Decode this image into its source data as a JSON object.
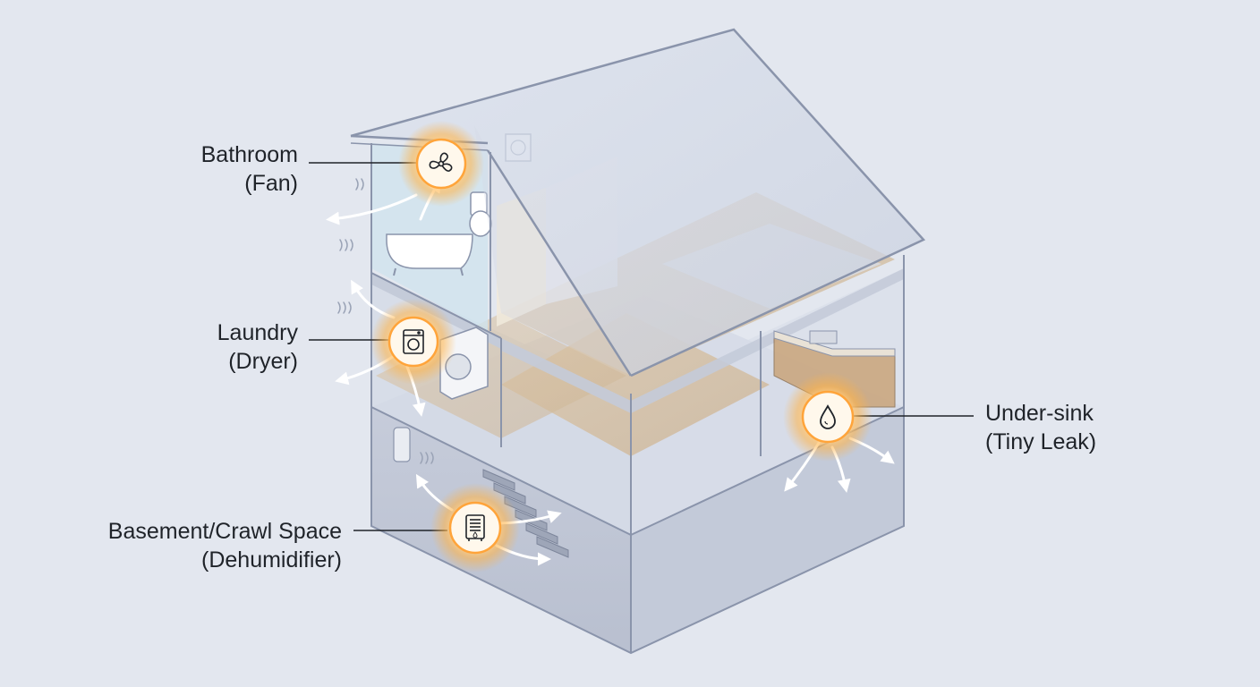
{
  "hotspots": [
    {
      "id": "bathroom",
      "title": "Bathroom",
      "subtitle": "(Fan)",
      "icon": "fan-icon"
    },
    {
      "id": "laundry",
      "title": "Laundry",
      "subtitle": "(Dryer)",
      "icon": "washing-machine-icon"
    },
    {
      "id": "under-sink",
      "title": "Under-sink",
      "subtitle": "(Tiny Leak)",
      "icon": "water-drop-icon"
    },
    {
      "id": "basement",
      "title": "Basement/Crawl Space",
      "subtitle": "(Dehumidifier)",
      "icon": "dehumidifier-icon"
    }
  ],
  "colors": {
    "background": "#e3e7ef",
    "glow": "#ffb347",
    "glow_core": "#fff6e6",
    "house_line": "#8a94ab",
    "floor_wood": "#d8c4a8",
    "text": "#1f2329"
  }
}
